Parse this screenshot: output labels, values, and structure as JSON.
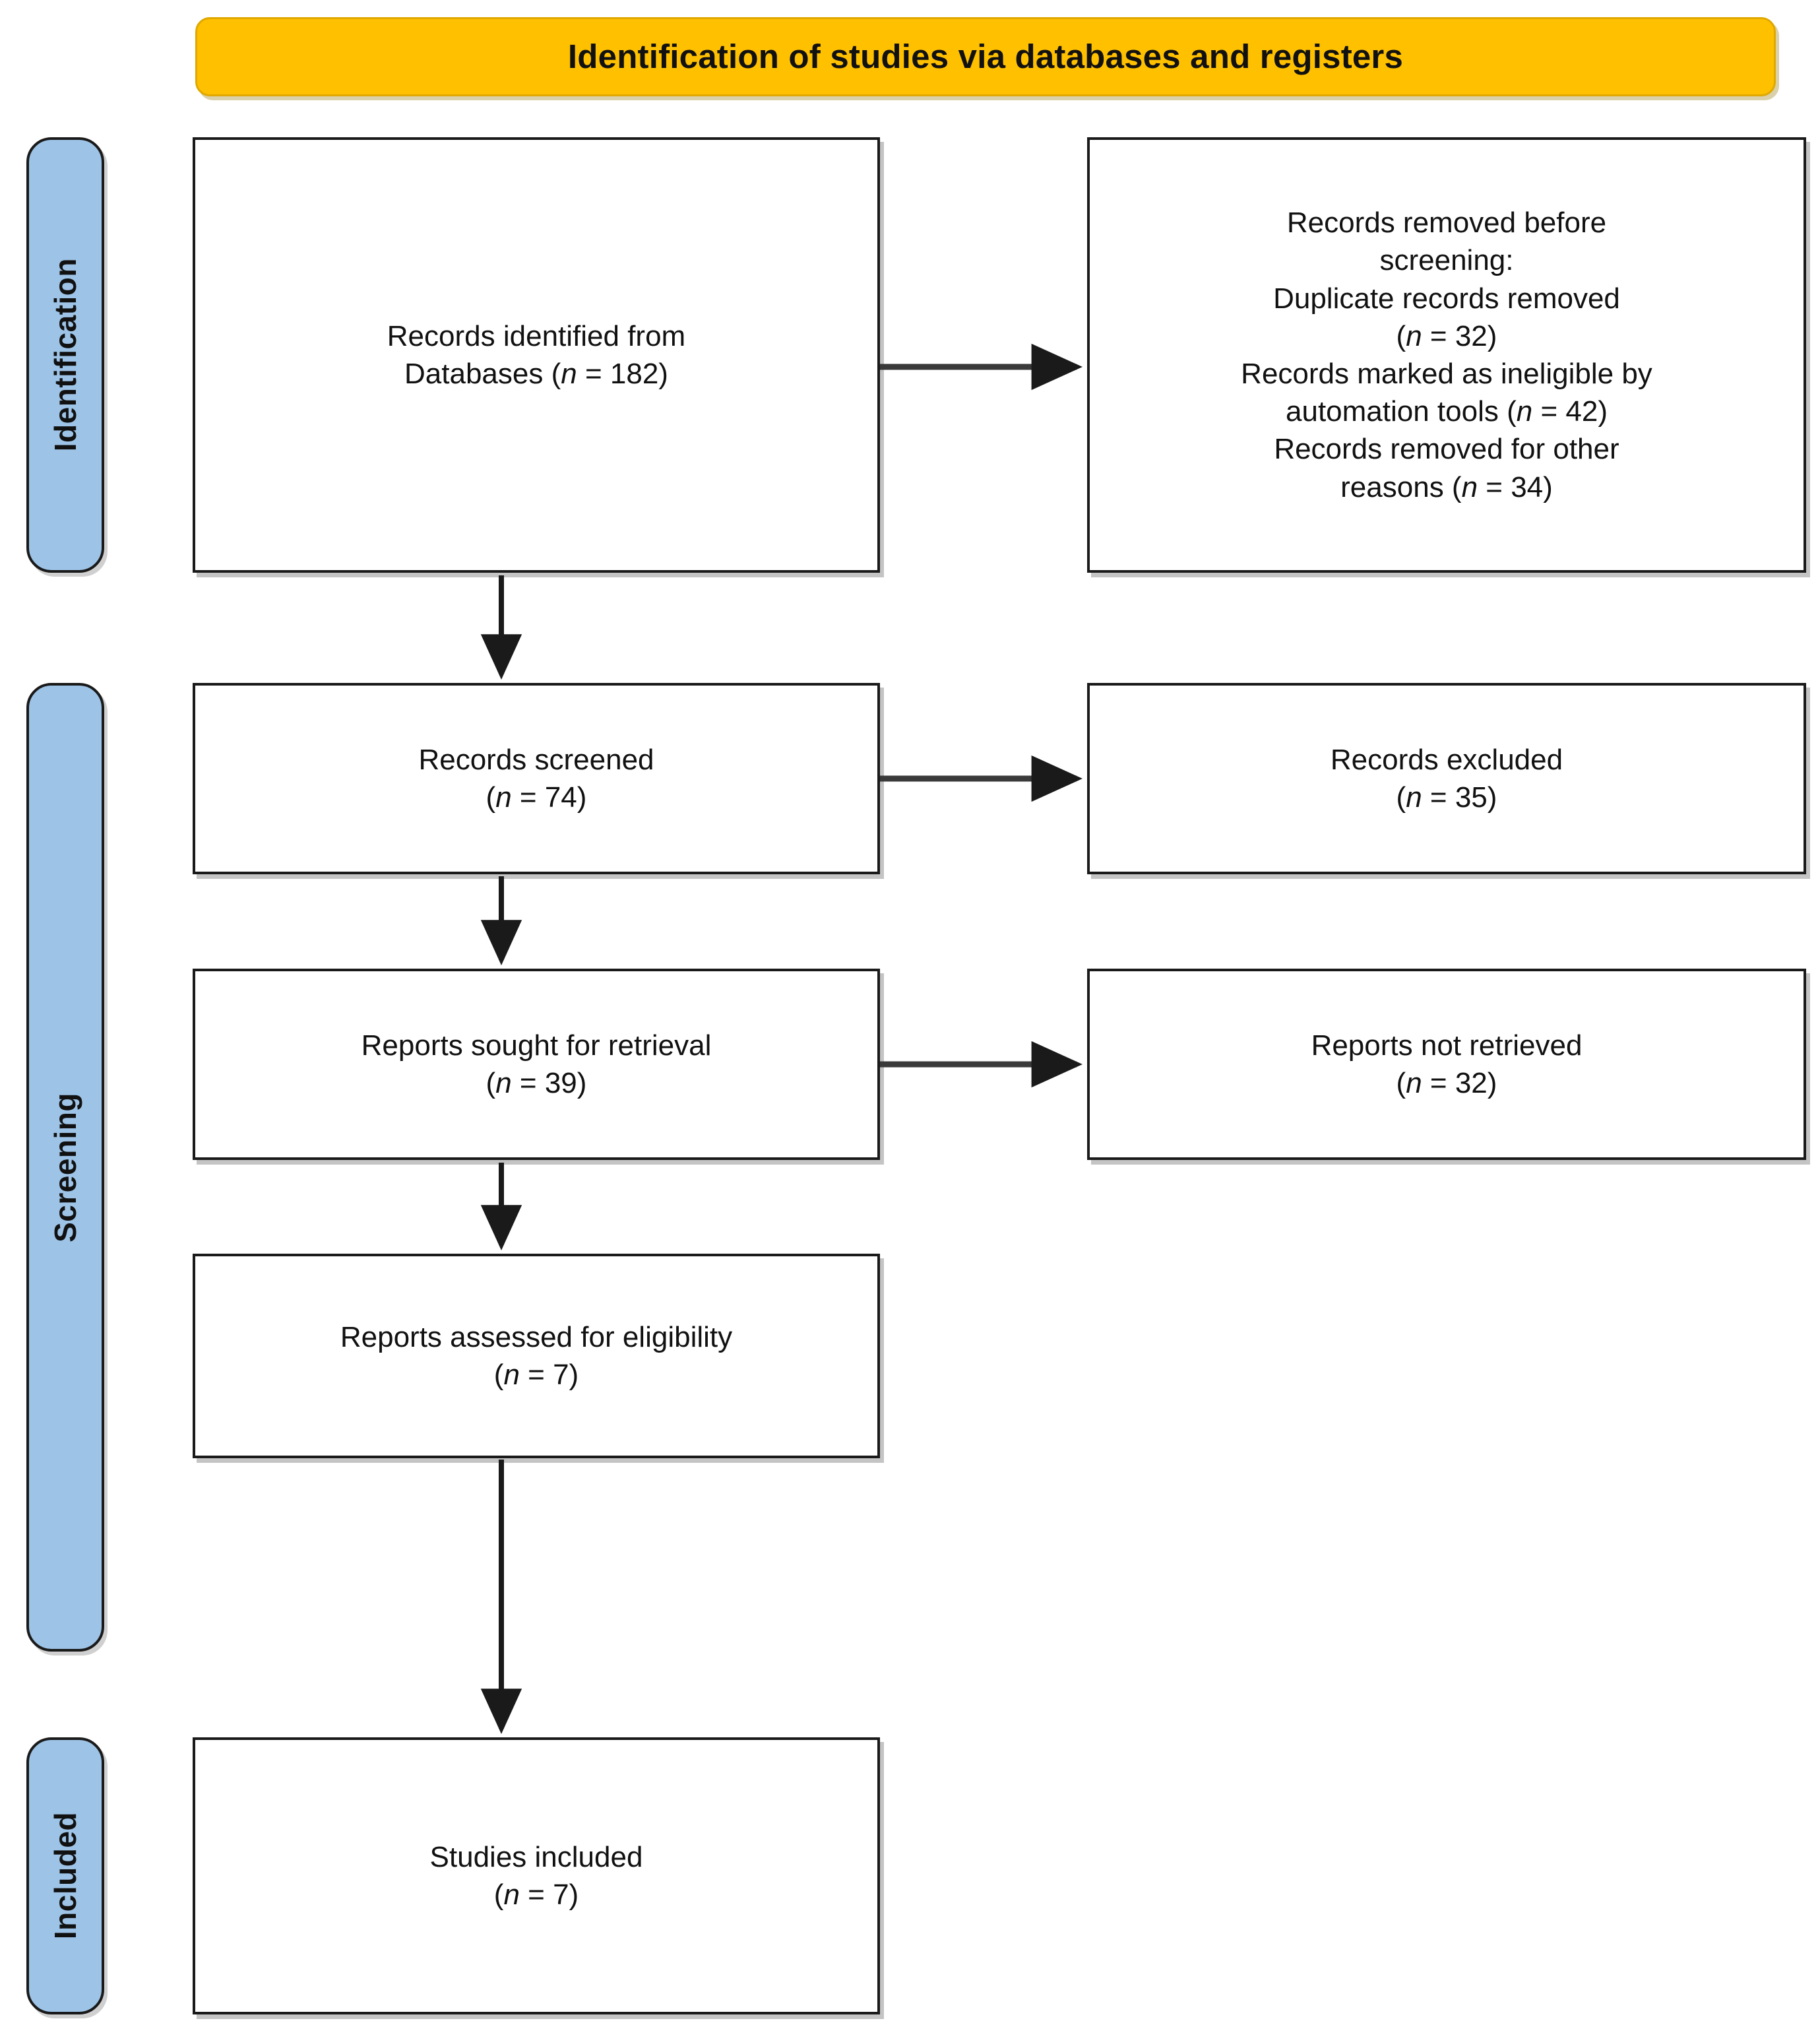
{
  "header": {
    "title": "Identification of studies via databases and registers",
    "background_color": "#FFC000"
  },
  "stages": [
    {
      "id": "identification",
      "label": "Identification",
      "background_color": "#9DC3E6"
    },
    {
      "id": "screening",
      "label": "Screening",
      "background_color": "#9DC3E6"
    },
    {
      "id": "included",
      "label": "Included",
      "background_color": "#9DC3E6"
    }
  ],
  "boxes": {
    "records_identified": {
      "line1": "Records identified from",
      "line2_prefix": "Databases (",
      "line2_n": "n",
      "line2_suffix": " = 182)"
    },
    "records_removed": {
      "line1": "Records removed before",
      "line2": "screening:",
      "line3": "Duplicate records removed",
      "line4_prefix": "(",
      "line4_n": "n",
      "line4_suffix": " = 32)",
      "line5": "Records marked as ineligible by",
      "line6_prefix": "automation tools (",
      "line6_n": "n",
      "line6_suffix": " = 42)",
      "line7": "Records removed for other",
      "line8_prefix": "reasons (",
      "line8_n": "n",
      "line8_suffix": " = 34)"
    },
    "records_screened": {
      "line1": "Records screened",
      "line2_prefix": "(",
      "line2_n": "n",
      "line2_suffix": " = 74)"
    },
    "records_excluded": {
      "line1": "Records excluded",
      "line2_prefix": "(",
      "line2_n": "n",
      "line2_suffix": " = 35)"
    },
    "reports_sought": {
      "line1": "Reports sought for retrieval",
      "line2_prefix": "(",
      "line2_n": "n",
      "line2_suffix": " = 39)"
    },
    "reports_not_retrieved": {
      "line1": "Reports not retrieved",
      "line2_prefix": "(",
      "line2_n": "n",
      "line2_suffix": " = 32)"
    },
    "reports_assessed": {
      "line1": "Reports assessed for eligibility",
      "line2_prefix": "(",
      "line2_n": "n",
      "line2_suffix": " = 7)"
    },
    "studies_included": {
      "line1": "Studies included",
      "line2_prefix": "(",
      "line2_n": "n",
      "line2_suffix": " = 7)"
    }
  },
  "chart_data": {
    "type": "diagram",
    "title": "Identification of studies via databases and registers",
    "nodes": [
      {
        "id": "records_identified",
        "stage": "Identification",
        "label": "Records identified from Databases",
        "n": 182
      },
      {
        "id": "records_removed",
        "stage": "Identification",
        "label": "Records removed before screening",
        "n": null
      },
      {
        "id": "duplicate_removed",
        "stage": "Identification",
        "label": "Duplicate records removed",
        "n": 32
      },
      {
        "id": "ineligible_automation",
        "stage": "Identification",
        "label": "Records marked as ineligible by automation tools",
        "n": 42
      },
      {
        "id": "removed_other",
        "stage": "Identification",
        "label": "Records removed for other reasons",
        "n": 34
      },
      {
        "id": "records_screened",
        "stage": "Screening",
        "label": "Records screened",
        "n": 74
      },
      {
        "id": "records_excluded",
        "stage": "Screening",
        "label": "Records excluded",
        "n": 35
      },
      {
        "id": "reports_sought",
        "stage": "Screening",
        "label": "Reports sought for retrieval",
        "n": 39
      },
      {
        "id": "reports_not_retrieved",
        "stage": "Screening",
        "label": "Reports not retrieved",
        "n": 32
      },
      {
        "id": "reports_assessed",
        "stage": "Screening",
        "label": "Reports assessed for eligibility",
        "n": 7
      },
      {
        "id": "studies_included",
        "stage": "Included",
        "label": "Studies included",
        "n": 7
      }
    ],
    "edges": [
      {
        "from": "records_identified",
        "to": "records_removed",
        "direction": "right"
      },
      {
        "from": "records_identified",
        "to": "records_screened",
        "direction": "down"
      },
      {
        "from": "records_screened",
        "to": "records_excluded",
        "direction": "right"
      },
      {
        "from": "records_screened",
        "to": "reports_sought",
        "direction": "down"
      },
      {
        "from": "reports_sought",
        "to": "reports_not_retrieved",
        "direction": "right"
      },
      {
        "from": "reports_sought",
        "to": "reports_assessed",
        "direction": "down"
      },
      {
        "from": "reports_assessed",
        "to": "studies_included",
        "direction": "down"
      }
    ]
  }
}
